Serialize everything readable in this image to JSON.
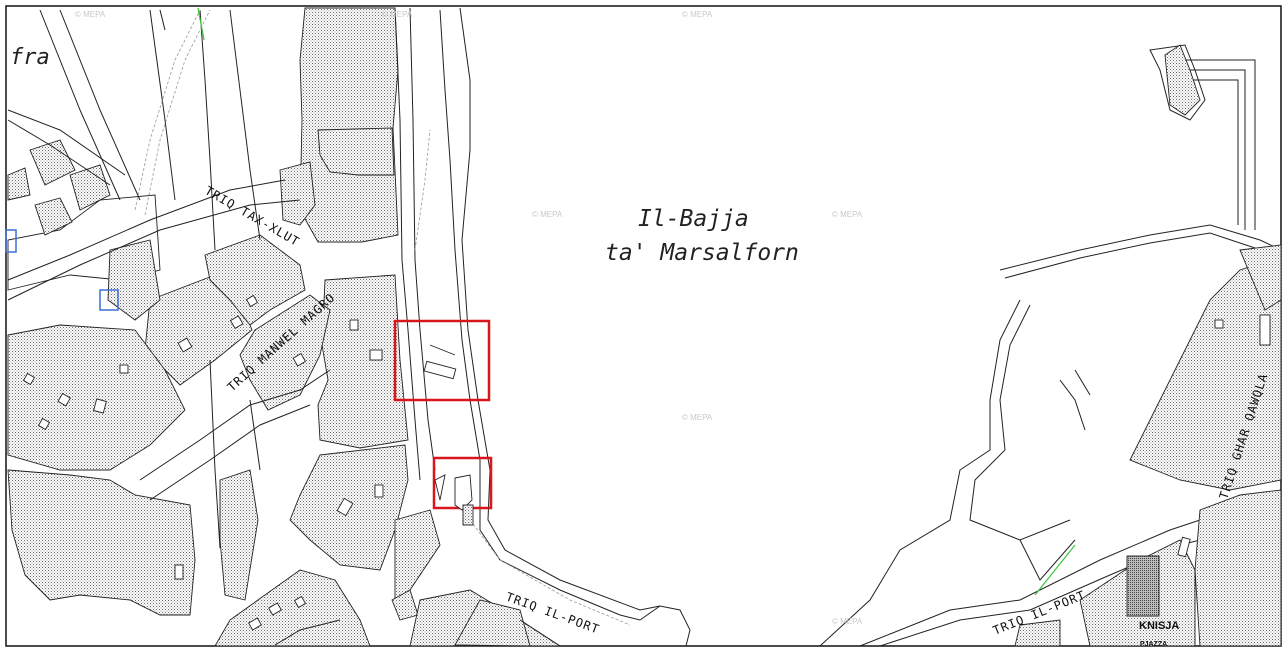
{
  "map": {
    "bay_name_line1": "Il-Bajja",
    "bay_name_line2": "ta' Marsalforn",
    "fragment_label": "fra",
    "streets": {
      "tax_xlut": "TRIQ TAX-XLUT",
      "manwel_magro": "TRIQ MANWEL MAGRO",
      "il_port_1": "TRIQ IL-PORT",
      "il_port_2": "TRIQ IL-PORT",
      "ghar_qawqla": "TRIQ GHAR QAWQLA"
    },
    "landmarks": {
      "church": "KNISJA",
      "square": "PJAZZA"
    },
    "watermark": "© MEPA",
    "colors": {
      "highlight": "#d9161c",
      "outline": "#222222",
      "hatch": "#555555",
      "blue_marker": "#3b6fd1",
      "green_line": "#3ac43a"
    }
  }
}
